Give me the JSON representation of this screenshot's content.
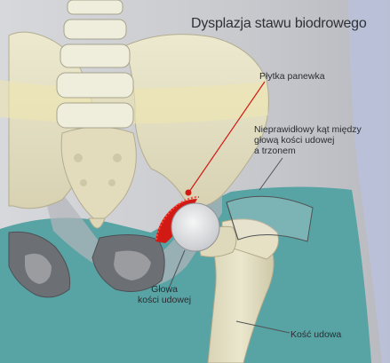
{
  "title": "Dysplazja stawu biodrowego",
  "labels": {
    "shallow_socket": "Płytka panewka",
    "abnormal_angle": "Nieprawidłowy kąt między\ngłową kości udowej\na trzonem",
    "femoral_head": "Głowa\nkości udowej",
    "femur": "Kość udowa"
  },
  "colors": {
    "background_teal": "#58a3a3",
    "skin_shadow": "#c6c7cc",
    "bone": "#e6e3c6",
    "bone_shade": "#c9c3a6",
    "highlight_red": "#d21a14",
    "socket_arc": "#e8e9ec"
  }
}
